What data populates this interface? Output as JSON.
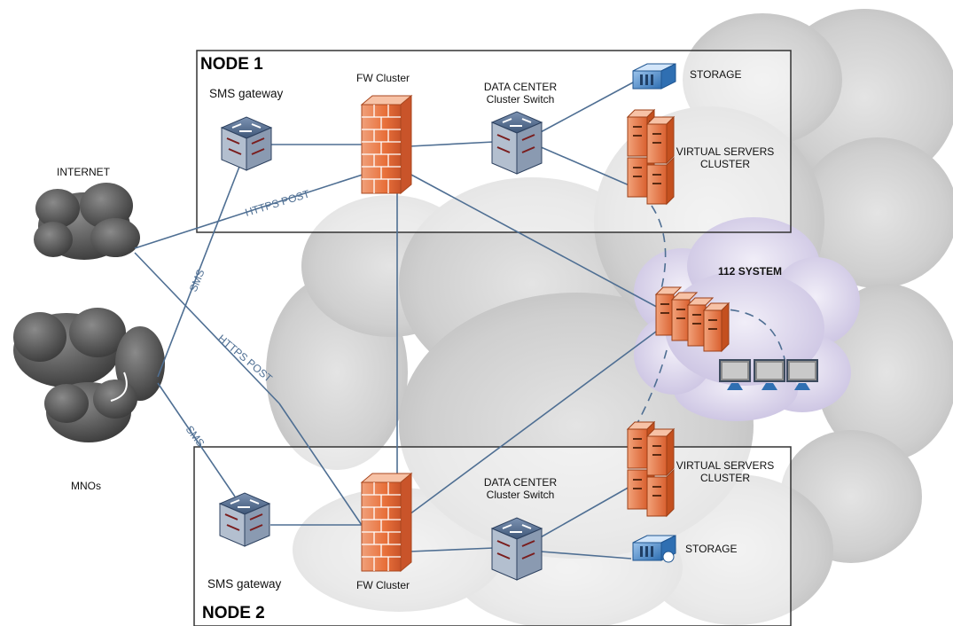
{
  "nodes": {
    "node1": {
      "title": "NODE 1",
      "sms_gateway": "SMS gateway",
      "fw_cluster": "FW Cluster",
      "switch_line1": "DATA CENTER",
      "switch_line2": "Cluster Switch",
      "storage": "STORAGE",
      "vs_line1": "VIRTUAL SERVERS",
      "vs_line2": "CLUSTER"
    },
    "node2": {
      "title": "NODE 2",
      "sms_gateway": "SMS gateway",
      "fw_cluster": "FW Cluster",
      "switch_line1": "DATA CENTER",
      "switch_line2": "Cluster Switch",
      "storage": "STORAGE",
      "vs_line1": "VIRTUAL SERVERS",
      "vs_line2": "CLUSTER"
    }
  },
  "internet": "INTERNET",
  "mnos": "MNOs",
  "system": "112 SYSTEM",
  "links": {
    "https_post": "HTTPS POST",
    "sms": "SMS"
  },
  "colors": {
    "firewall": "#e8703a",
    "server": "#e8783e",
    "line": "#4f6f93",
    "cloud_dark": "#555555",
    "cloud_grey": "#c9c9c9",
    "cloud_purple": "#d9d3ea"
  }
}
